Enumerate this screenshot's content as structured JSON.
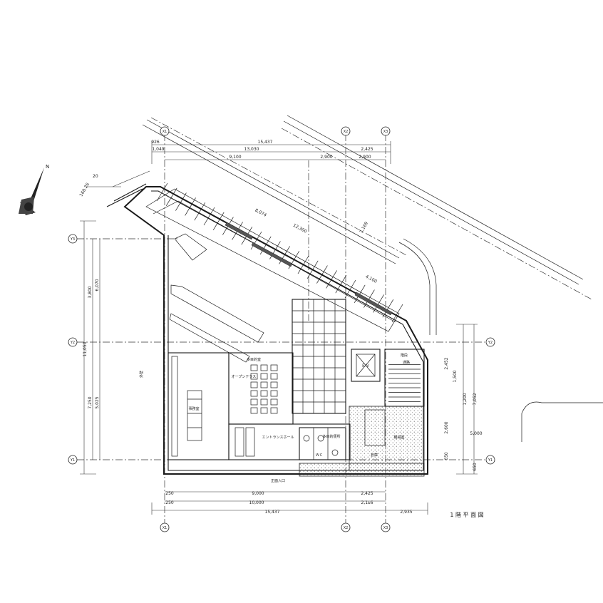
{
  "drawing": {
    "title": "1 階 平 面 図"
  },
  "grid_axes": {
    "top": [
      "X1",
      "X2",
      "X3"
    ],
    "bottom": [
      "X1",
      "X2",
      "X3"
    ],
    "left": [
      "Y3",
      "Y2",
      "Y1"
    ],
    "right": [
      "Y2",
      "Y1"
    ]
  },
  "dimensions": {
    "top_overall": "15,437",
    "top_row2_a": "13,030",
    "top_row2_b": "2,425",
    "top_row3_a": "9,100",
    "top_row3_b": "2,900",
    "top_row3_c": "2,900",
    "top_edge_a": "926",
    "top_edge_b": "1,049",
    "bottom_row1_a": "9,000",
    "bottom_row1_b": "2,425",
    "bottom_row2_a": "10,000",
    "bottom_row2_b": "2,1ь6",
    "bottom_overall": "15,437",
    "bottom_edge_a": "250",
    "bottom_edge_b": "250",
    "bottom_edge_c": "2,935",
    "diag_a": "8,074",
    "diag_b": "12,300",
    "diag_c": "3,169",
    "diag_d": "4,100",
    "left_total": "11,050",
    "left_a": "3,800",
    "left_b": "6,070",
    "left_c": "7,250",
    "left_d": "5,025",
    "right_a": "2,452",
    "right_b": "1,500",
    "right_c": "1,200",
    "right_d": "2,600",
    "right_e": "5,000",
    "right_f": "7,052",
    "right_g": "650",
    "right_h": "650",
    "angle_label": "160.26",
    "angle_label2": "20"
  },
  "rooms": {
    "office": "事務室",
    "multipurpose": "多目的室",
    "open_terrace": "オープンテラス",
    "entrance_hall": "エントランスホール",
    "toilet": "ＷＣ",
    "disabled_toilet": "多目的便所",
    "elevator": "ＥＶ",
    "stair": "階段",
    "storage": "倉庫",
    "machine": "機械室",
    "passage": "通路",
    "entrance_label": "正面入口",
    "wall_note": "外壁"
  },
  "north_arrow": {
    "label": "N"
  }
}
